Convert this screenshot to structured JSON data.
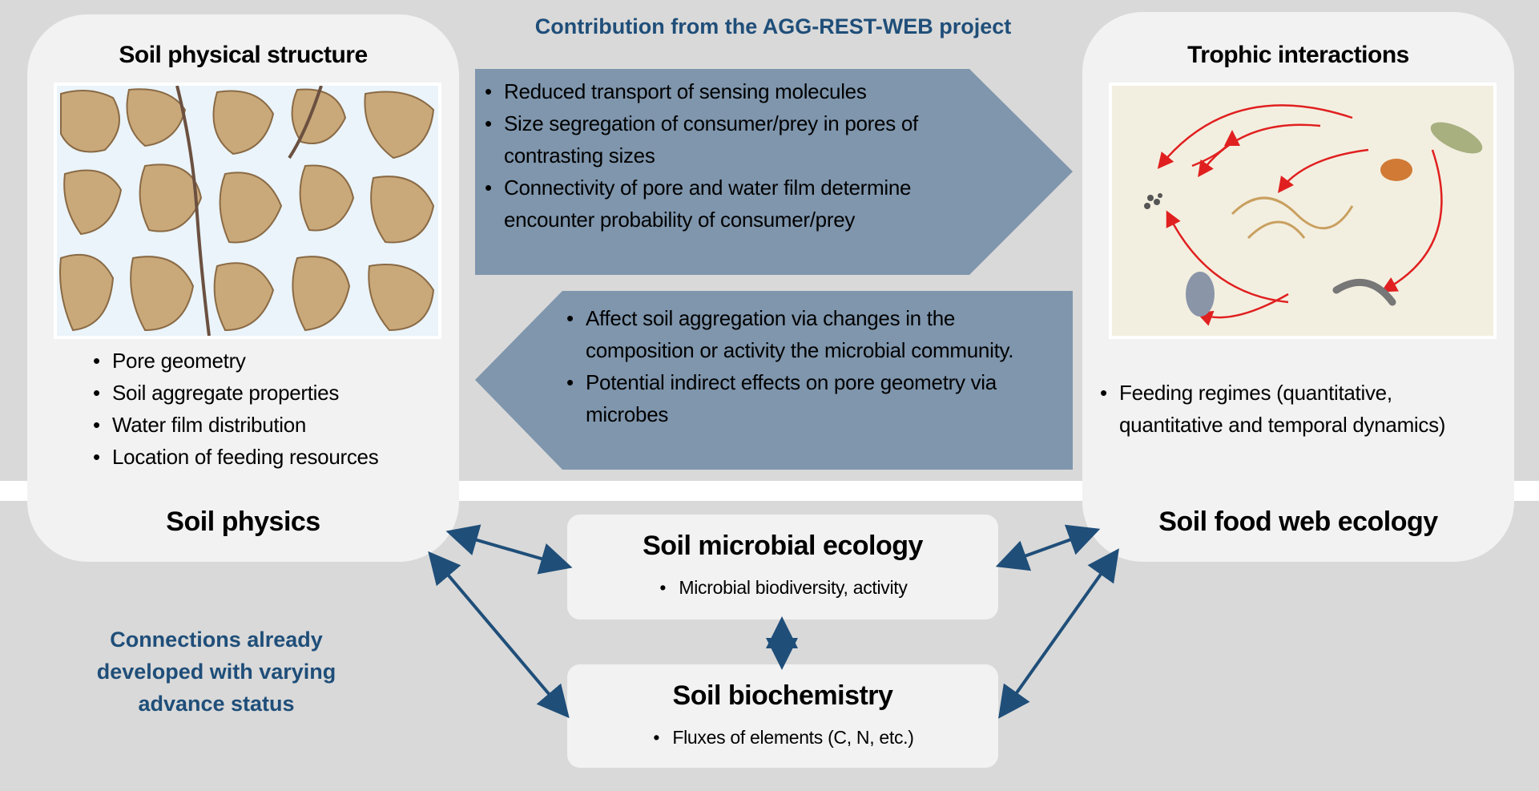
{
  "header": {
    "title": "Contribution from the AGG-REST-WEB project"
  },
  "left_box": {
    "title": "Soil physical structure",
    "bullets": [
      "Pore geometry",
      "Soil aggregate properties",
      "Water film distribution",
      "Location of feeding resources"
    ],
    "footer": "Soil physics"
  },
  "right_box": {
    "title": "Trophic interactions",
    "bullets": [
      "Feeding regimes (quantitative, quantitative and temporal dynamics)"
    ],
    "footer": "Soil food web ecology"
  },
  "top_panel": {
    "bullets": [
      "Reduced transport of sensing molecules",
      "Size segregation of consumer/prey in pores of contrasting sizes",
      "Connectivity of pore and water film determine encounter probability of consumer/prey"
    ]
  },
  "bottom_panel": {
    "bullets": [
      "Affect soil aggregation via changes in the composition or activity the microbial community.",
      "Potential indirect effects on pore geometry via microbes"
    ]
  },
  "microbial_box": {
    "title": "Soil microbial ecology",
    "bullets": [
      "Microbial biodiversity, activity"
    ]
  },
  "biochem_box": {
    "title": "Soil biochemistry",
    "bullets": [
      "Fluxes of elements (C, N, etc.)"
    ]
  },
  "legend_note": "Connections already developed with varying advance status",
  "colors": {
    "background": "#d9d9d9",
    "panel": "#7f96ad",
    "accent": "#1f4e79",
    "box": "#f2f2f2"
  }
}
